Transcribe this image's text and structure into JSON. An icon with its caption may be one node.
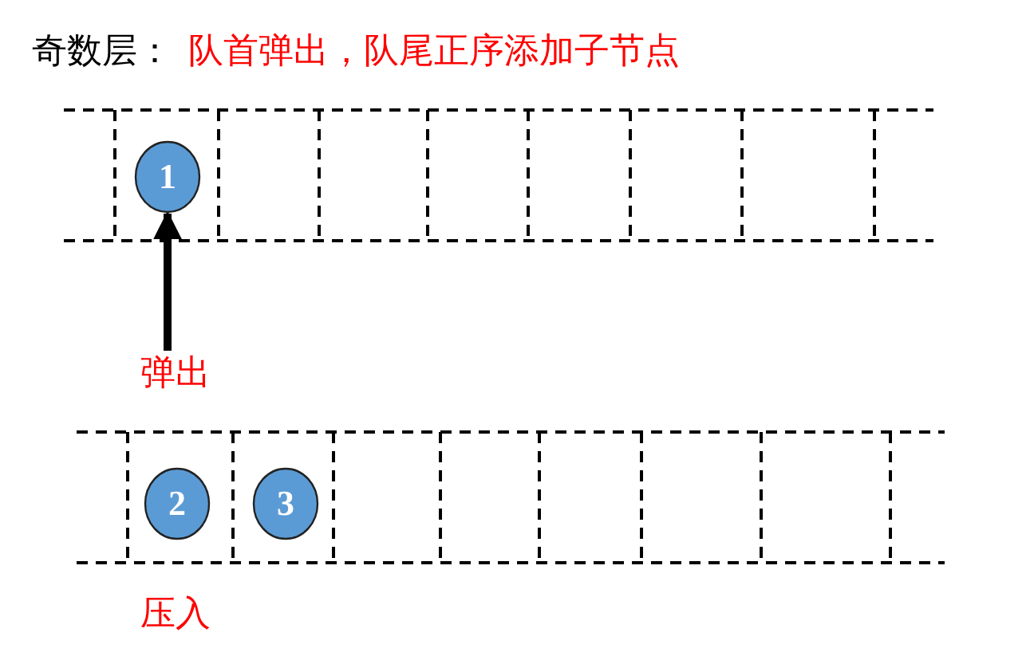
{
  "diagram": {
    "nodes": [
      {
        "text": [
          "1"
        ]
      },
      {
        "text": [
          "2"
        ]
      },
      {
        "text": [
          "3"
        ]
      },
      {
        "text": [
          "弹出"
        ]
      }
    ],
    "edges": [
      {
        "from": 3,
        "to": 0,
        "arrow": "to"
      }
    ],
    "labels": [
      "奇数层：",
      "队首弹出，队尾正序添加子节点",
      "压入"
    ]
  }
}
